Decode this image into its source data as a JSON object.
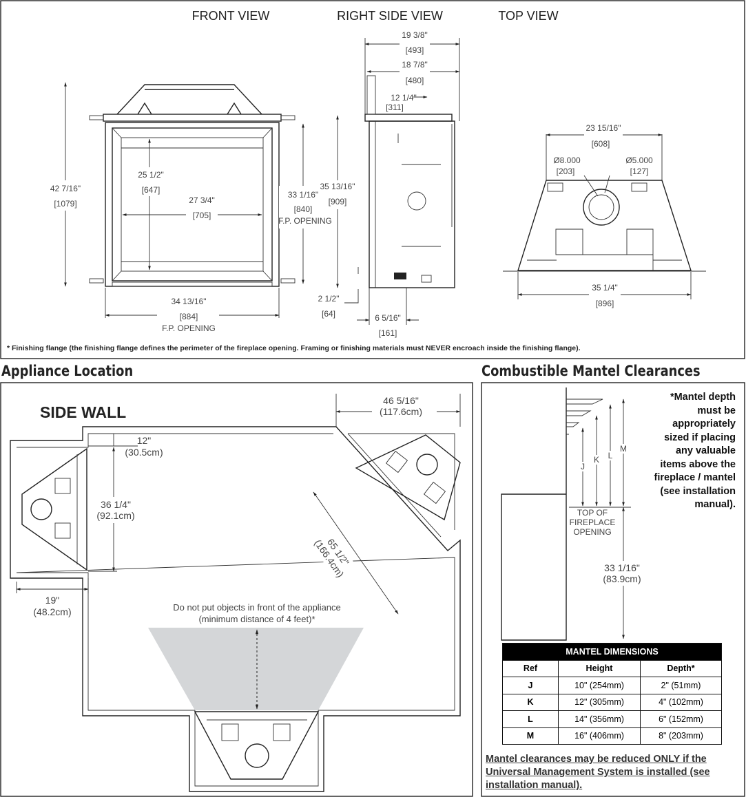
{
  "specs": {
    "views": {
      "front": "FRONT VIEW",
      "right_side": "RIGHT SIDE VIEW",
      "top": "TOP VIEW"
    },
    "front_dims": {
      "overall_height": "42 7/16\"",
      "overall_height_mm": "[1079]",
      "opening_height": "25 1/2\"",
      "opening_height_mm": "[647]",
      "opening_width": "27 3/4\"",
      "opening_width_mm": "[705]",
      "fp_height": "33 1/16\"",
      "fp_height_mm": "[840]",
      "fp_height_label": "F.P. OPENING",
      "fp_width": "34 13/16\"",
      "fp_width_mm": "[884]",
      "fp_width_label": "F.P. OPENING"
    },
    "side_dims": {
      "depth_total": "19 3/8\"",
      "depth_total_mm": "[493]",
      "depth_body": "18 7/8\"",
      "depth_body_mm": "[480]",
      "vent_offset": "12 1/4\"",
      "vent_offset_mm": "[311]",
      "height": "35 13/16\"",
      "height_mm": "[909]",
      "base": "2 1/2\"",
      "base_mm": "[64]",
      "front_offset": "6 5/16\"",
      "front_offset_mm": "[161]"
    },
    "top_dims": {
      "back_width": "23 15/16\"",
      "back_width_mm": "[608]",
      "vent_outer": "Ø8.000",
      "vent_outer_mm": "[203]",
      "vent_inner": "Ø5.000",
      "vent_inner_mm": "[127]",
      "front_width": "35 1/4\"",
      "front_width_mm": "[896]"
    },
    "footnote": "* Finishing flange (the finishing flange defines the perimeter of the fireplace opening. Framing or finishing materials must NEVER encroach inside the finishing flange)."
  },
  "location": {
    "title": "Appliance Location",
    "side_wall": "SIDE WALL",
    "d1": "12\"",
    "d1_cm": "(30.5cm)",
    "d2": "36 1/4\"",
    "d2_cm": "(92.1cm)",
    "d3": "19\"",
    "d3_cm": "(48.2cm)",
    "d4": "46 5/16\"",
    "d4_cm": "(117.6cm)",
    "d5": "65 1/2\"",
    "d5_cm": "(166.4cm)",
    "warning_1": "Do not put objects in front of the appliance",
    "warning_2": "(minimum distance of 4 feet)*"
  },
  "mantel": {
    "title": "Combustible Mantel Clearances",
    "note": [
      "*Mantel depth",
      "must be",
      "appropriately",
      "sized if placing",
      "any valuable",
      "items above the",
      "fireplace / mantel",
      "(see installation",
      "manual)."
    ],
    "refs": [
      "J",
      "K",
      "L",
      "M"
    ],
    "top_label": [
      "TOP OF",
      "FIREPLACE",
      "OPENING"
    ],
    "height": "33 1/16\"",
    "height_cm": "(83.9cm)",
    "table": {
      "title": "MANTEL DIMENSIONS",
      "headers": [
        "Ref",
        "Height",
        "Depth*"
      ],
      "rows": [
        [
          "J",
          "10\" (254mm)",
          "2\" (51mm)"
        ],
        [
          "K",
          "12\" (305mm)",
          "4\" (102mm)"
        ],
        [
          "L",
          "14\" (356mm)",
          "6\" (152mm)"
        ],
        [
          "M",
          "16\" (406mm)",
          "8\" (203mm)"
        ]
      ]
    },
    "footer": "Mantel clearances may be reduced ONLY if the Universal Management System is installed (see installation manual)."
  }
}
